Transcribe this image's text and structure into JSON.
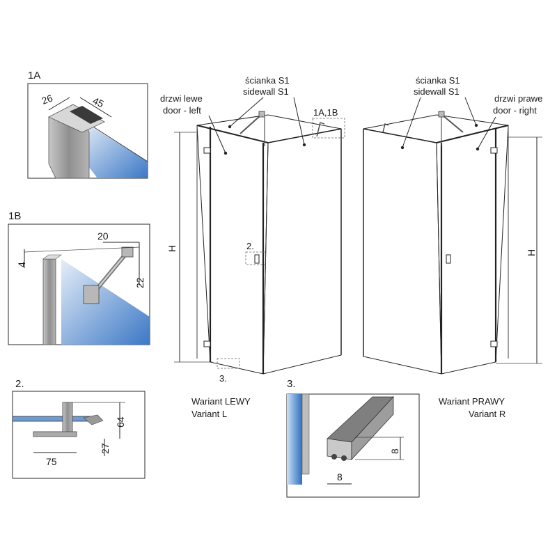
{
  "colors": {
    "glass_blue": "#7aa6d9",
    "metal_gray": "#9a9a9a",
    "line": "#222222"
  },
  "detail_1A": {
    "label": "1A",
    "dim_width": "26",
    "dim_length": "45"
  },
  "detail_1B": {
    "label": "1B",
    "dim_top": "20",
    "dim_side": "4",
    "dim_height": "22"
  },
  "detail_2": {
    "label": "2.",
    "dim_height": "64",
    "dim_base": "27",
    "dim_width": "75"
  },
  "detail_3": {
    "label": "3.",
    "dim_height": "8",
    "dim_width": "8"
  },
  "left_variant": {
    "wall_label_pl": "ścianka S1",
    "wall_label_en": "sidewall S1",
    "door_label_pl": "drzwi lewe",
    "door_label_en": "door - left",
    "ref_1A1B": "1A,1B",
    "ref_2": "2.",
    "ref_3": "3.",
    "height": "H",
    "caption_pl": "Wariant LEWY",
    "caption_en": "Variant L"
  },
  "right_variant": {
    "wall_label_pl": "ścianka S1",
    "wall_label_en": "sidewall S1",
    "door_label_pl": "drzwi prawe",
    "door_label_en": "door - right",
    "height": "H",
    "caption_pl": "Wariant PRAWY",
    "caption_en": "Variant R"
  }
}
